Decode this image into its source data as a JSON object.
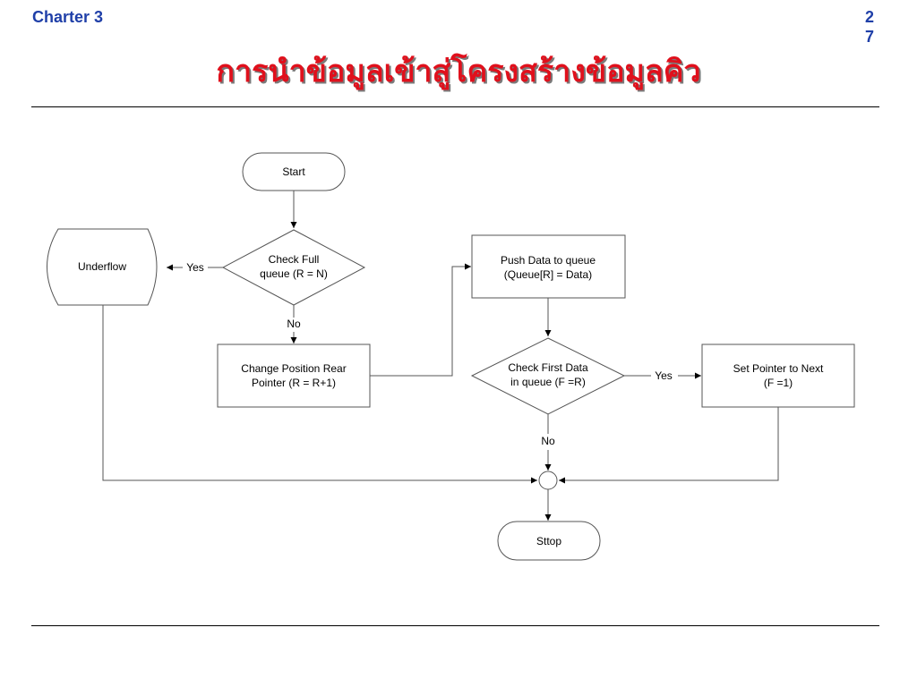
{
  "header": {
    "chapter": "Charter 3",
    "page_digits": [
      "2",
      "7"
    ],
    "title": "การนำข้อมูลเข้าสู่โครงสร้างข้อมูลคิว"
  },
  "flowchart": {
    "start": "Start",
    "check_full": [
      "Check Full",
      "queue  (R = N)"
    ],
    "underflow": "Underflow",
    "yes_full": "Yes",
    "no_full": "No",
    "change_position": [
      "Change Position Rear",
      "Pointer (R = R+1)"
    ],
    "push_data": [
      "Push Data to queue",
      "(Queue[R] = Data)"
    ],
    "check_first": [
      "Check First Data",
      "in queue  (F =R)"
    ],
    "yes_first": "Yes",
    "no_first": "No",
    "set_pointer": [
      "Set Pointer to Next",
      "(F =1)"
    ],
    "stop": "Sttop"
  }
}
